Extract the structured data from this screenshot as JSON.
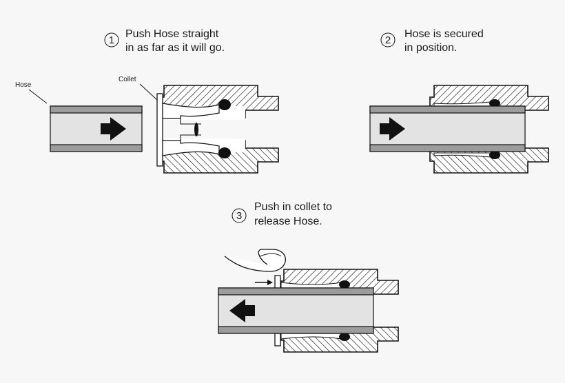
{
  "labels": {
    "hose": "Hose",
    "collet": "Collet"
  },
  "steps": [
    {
      "number": "1",
      "line1": "Push Hose straight",
      "line2": "in as far as it will go."
    },
    {
      "number": "2",
      "line1": "Hose is secured",
      "line2": "in position."
    },
    {
      "number": "3",
      "line1": "Push in collet to",
      "line2": "release Hose."
    }
  ],
  "colors": {
    "hose_fill": "#e3e3e3",
    "hose_wall": "#9c9c9c",
    "outline": "#111111",
    "background": "#f7f7f7"
  },
  "icons": {
    "push_arrow": "arrow-right-icon",
    "release_arrow": "arrow-left-icon",
    "finger": "finger-icon",
    "o_ring": "o-ring-icon"
  }
}
